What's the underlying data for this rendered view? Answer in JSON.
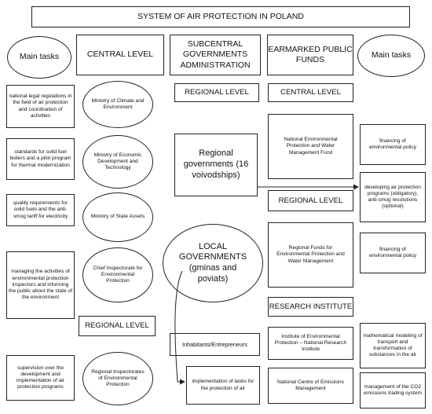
{
  "title": "SYSTEM OF AIR PROTECTION IN POLAND",
  "headers": {
    "main_tasks_left": "Main tasks",
    "central_level": "CENTRAL LEVEL",
    "subcentral": "SUBCENTRAL GOVERNMENTS ADMINISTRATION",
    "earmarked": "EARMARKED PUBLIC FUNDS",
    "main_tasks_right": "Main tasks"
  },
  "left_tasks": [
    "national legal regulations in the field of air protection and coordination of activities",
    "standards for solid fuel boilers and a pilot program for thermal modernization",
    "quality requirements for solid fuels and the anti-smog tariff for electricity",
    "managing the activities of environmental protection inspectors and informing the public about the state of the environment",
    "supervision over the development and implementation of air protection programs"
  ],
  "central_bodies": [
    "Ministry of Climate and Environment",
    "Ministry of Economic Development and Technology",
    "Ministry of State Assets",
    "Chief Inspectorate for Environmental Protection",
    "Regional Inspectorates of Environmental Protection"
  ],
  "regional_level_left": "REGIONAL LEVEL",
  "sub": {
    "regional_level": "REGIONAL LEVEL",
    "regional_gov": "Regional governments (16 voivodships)",
    "local_gov": "LOCAL GOVERNMENTS (gminas and poviats)",
    "inhabitants": "Inhabitants/Entrepreneurs",
    "implementation": "implementation of tasks for the protection of air"
  },
  "funds": {
    "central_level": "CENTRAL LEVEL",
    "national_fund": "National Environmental Protection and Water Management Fund",
    "regional_level": "REGIONAL LEVEL",
    "regional_funds": "Regional Funds for Environmental Protection and Water Management",
    "research_institute": "RESEARCH INSTITUTE",
    "institute": "Institute of Environmental Protection – National Research Institute",
    "kobize": "National Centre of Emissions Management"
  },
  "right_tasks": [
    "financing of environmental policy",
    "developing air protection programs (obligatory), anti-smog resolutions (optional)",
    "financing of environmental policy",
    "mathematical modeling of transport and transformation of substances in the air",
    "management of the CO2 emissions trading system"
  ]
}
